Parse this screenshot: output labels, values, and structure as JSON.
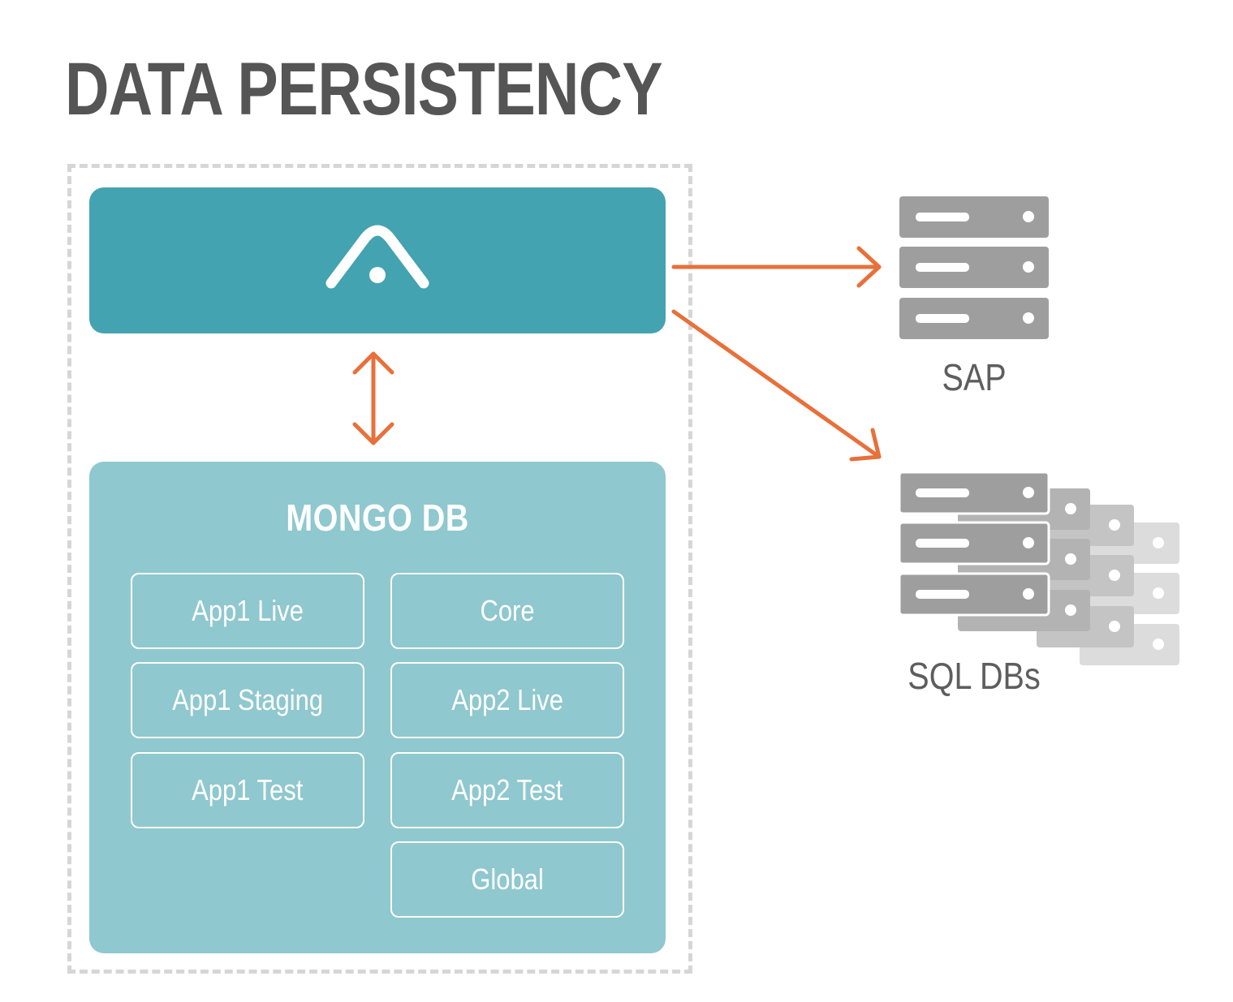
{
  "title": "DATA PERSISTENCY",
  "colors": {
    "title": "#555555",
    "app_box": "#43a3b0",
    "mongo_box": "#8fc8ce",
    "arrow": "#e8703a",
    "boundary": "#d6d6d6",
    "server_dark": "#9e9e9e",
    "server_mid": "#c4c4c4",
    "server_light": "#dcdcdc"
  },
  "app_node": {
    "icon": "app-logo-icon"
  },
  "mongo": {
    "title": "MONGO DB",
    "left_column": [
      "App1 Live",
      "App1 Staging",
      "App1 Test"
    ],
    "right_column": [
      "Core",
      "App2 Live",
      "App2 Test",
      "Global"
    ]
  },
  "targets": {
    "sap_label": "SAP",
    "sql_label": "SQL DBs"
  },
  "connections": [
    {
      "from": "app",
      "to": "mongo",
      "direction": "bidirectional"
    },
    {
      "from": "app",
      "to": "SAP",
      "direction": "forward"
    },
    {
      "from": "app",
      "to": "SQL DBs",
      "direction": "forward"
    }
  ]
}
